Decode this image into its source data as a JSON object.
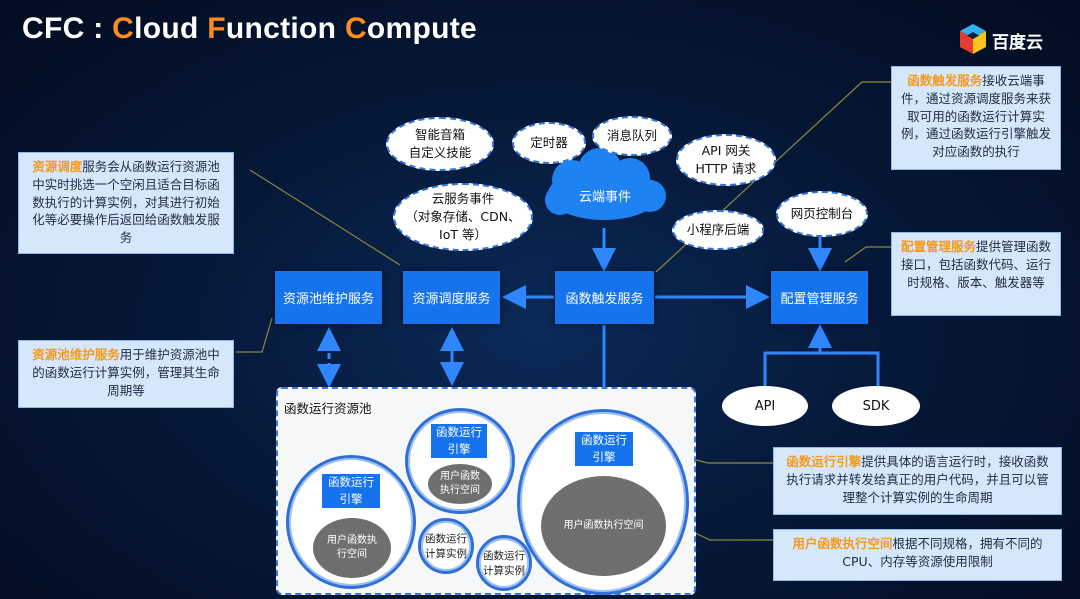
{
  "title": {
    "prefix": "CFC : ",
    "c1": "C",
    "w1": "loud ",
    "c2": "F",
    "w2": "unction ",
    "c3": "C",
    "w3": "ompute"
  },
  "logo": {
    "text": "百度云"
  },
  "cloud": {
    "label": "云端事件"
  },
  "events": {
    "smart_speaker_1": "智能音箱",
    "smart_speaker_2": "自定义技能",
    "timer": "定时器",
    "mq": "消息队列",
    "api_gw_1": "API 网关",
    "api_gw_2": "HTTP 请求",
    "cloud_svc_1": "云服务事件",
    "cloud_svc_2": "（对象存储、CDN、",
    "cloud_svc_3": "IoT 等）",
    "miniprogram": "小程序后端",
    "web_console": "网页控制台",
    "api": "API",
    "sdk": "SDK"
  },
  "services": {
    "pool_maint": "资源池维护服务",
    "scheduler": "资源调度服务",
    "trigger": "函数触发服务",
    "config": "配置管理服务"
  },
  "notes": {
    "scheduler": {
      "kw": "资源调度",
      "text": "服务会从函数运行资源池中实时挑选一个空闲且适合目标函数执行的计算实例，对其进行初始化等必要操作后返回给函数触发服务"
    },
    "pool_maint": {
      "kw": "资源池维护服务",
      "text": "用于维护资源池中的函数运行计算实例，管理其生命周期等"
    },
    "trigger": {
      "kw": "函数触发服务",
      "text": "接收云端事件，通过资源调度服务来获取可用的函数运行计算实例，通过函数运行引擎触发对应函数的执行"
    },
    "config": {
      "kw": "配置管理服务",
      "text": "提供管理函数接口，包括函数代码、运行时规格、版本、触发器等"
    },
    "engine": {
      "kw": "函数运行引擎",
      "text": "提供具体的语言运行时，接收函数执行请求并转发给真正的用户代码，并且可以管理整个计算实例的生命周期"
    },
    "space": {
      "kw": "用户函数执行空间",
      "text": "根据不同规格，拥有不同的CPU、内存等资源使用限制"
    }
  },
  "pool": {
    "title": "函数运行资源池",
    "engine_1": "函数运行",
    "engine_2": "引擎",
    "space_big": "用户函数执行空间",
    "space_mid_1": "用户函数",
    "space_mid_2": "执行空间",
    "space_small_1": "用户函数执",
    "space_small_2": "行空间",
    "instance_1": "函数运行",
    "instance_2": "计算实例"
  },
  "colors": {
    "accent": "#ff8c1a",
    "box": "#1673ee",
    "note_bg": "#d6e6fb",
    "keyword": "#f39b1c"
  }
}
